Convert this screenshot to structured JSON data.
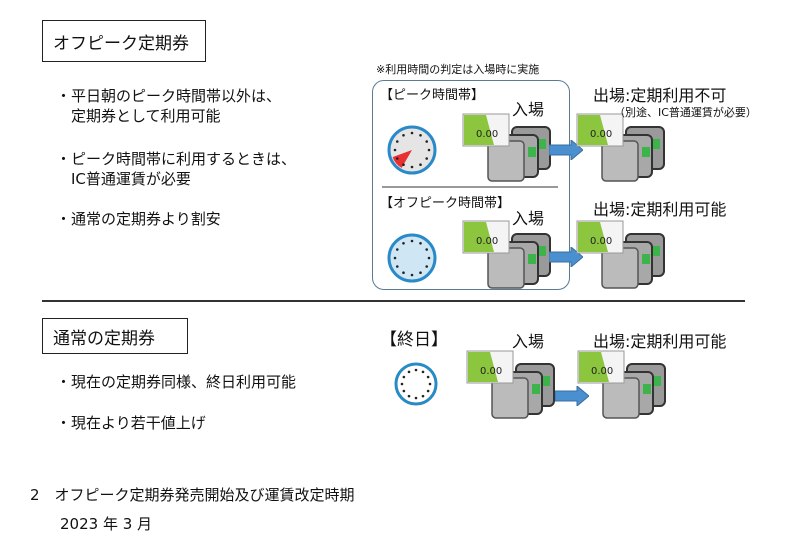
{
  "offpeak": {
    "title": "オフピーク定期券",
    "bullets": [
      [
        "・平日朝のピーク時間帯以外は、",
        "　定期券として利用可能"
      ],
      [
        "・ピーク時間帯に利用するときは、",
        "　IC普通運賃が必要"
      ],
      [
        "・通常の定期券より割安"
      ]
    ],
    "note": "※利用時間の判定は入場時に実施",
    "peak": {
      "label": "【ピーク時間帯】",
      "entry": "入場",
      "exit": "出場:定期利用不可",
      "exit_note": "（別途、IC普通運賃が必要）"
    },
    "offpeak_time": {
      "label": "【オフピーク時間帯】",
      "entry": "入場",
      "exit": "出場:定期利用可能"
    }
  },
  "regular": {
    "title": "通常の定期券",
    "bullets": [
      "・現在の定期券同様、終日利用可能",
      "・現在より若干値上げ"
    ],
    "allday": {
      "label": "【終日】",
      "entry": "入場",
      "exit": "出場:定期利用可能"
    }
  },
  "section2": {
    "heading": "2　オフピーク定期券発売開始及び運賃改定時期",
    "date": "2023 年 3 月"
  },
  "gate_display": {
    "amount": "0.00"
  },
  "colors": {
    "clock_ring": "#2a8ac8",
    "clock_fill_peak": "#e5e5e5",
    "clock_fill_offpeak": "#cfe6f5",
    "peak_wedge": "#e83030",
    "arrow": "#4a8fcf",
    "screen": "#8cc63f",
    "gate_lamp": "#3cb44b"
  }
}
